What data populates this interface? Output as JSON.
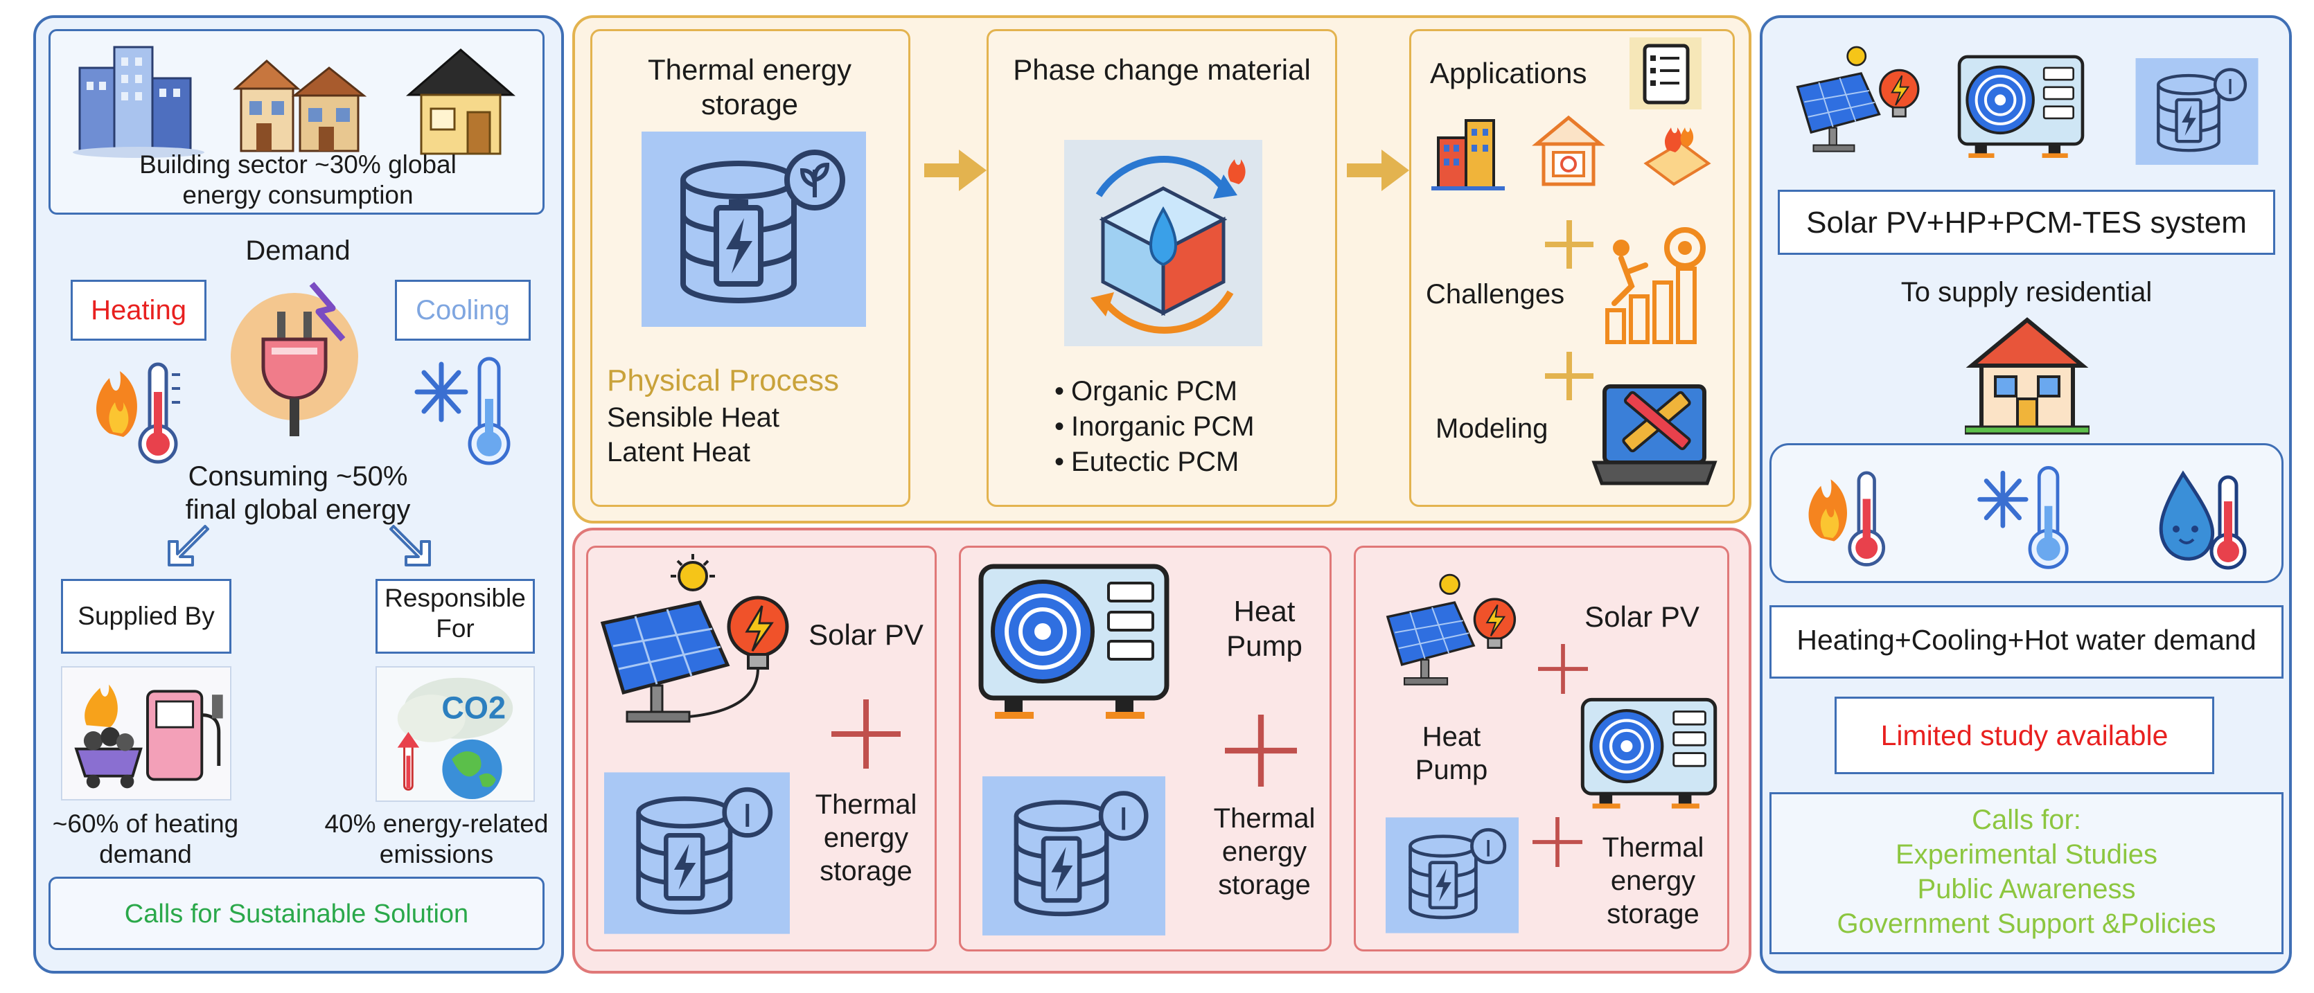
{
  "left": {
    "building_sector": "Building sector ~30% global energy consumption",
    "demand": "Demand",
    "heating": "Heating",
    "cooling": "Cooling",
    "consuming": "Consuming ~50% final global energy",
    "supplied_by": "Supplied By",
    "responsible_for": "Responsible For",
    "heating_share": "~60% of heating demand",
    "emissions": "40% energy-related emissions",
    "calls": "Calls for Sustainable Solution",
    "co2_text": "CO2"
  },
  "middle_top": {
    "tes_title": "Thermal energy storage",
    "physical_process": "Physical Process",
    "sensible_heat": "Sensible Heat",
    "latent_heat": "Latent Heat",
    "pcm_title": "Phase change material",
    "pcm_types": [
      "Organic PCM",
      "Inorganic PCM",
      "Eutectic PCM"
    ],
    "applications": "Applications",
    "challenges": "Challenges",
    "modeling": "Modeling"
  },
  "middle_bottom": {
    "box1_solar": "Solar PV",
    "box1_tes": "Thermal energy storage",
    "box2_hp": "Heat Pump",
    "box2_tes": "Thermal energy storage",
    "box3_solar": "Solar PV",
    "box3_hp": "Heat Pump",
    "box3_tes": "Thermal energy storage"
  },
  "right": {
    "system": "Solar PV+HP+PCM-TES system",
    "supply": "To supply residential",
    "demand": "Heating+Cooling+Hot water demand",
    "limited": "Limited study available",
    "calls_for": "Calls for:",
    "calls_items": [
      "Experimental Studies",
      "Public Awareness",
      "Government Support &Policies"
    ]
  },
  "colors": {
    "blue_border": "#3f6fb5",
    "yellow_border": "#e3b34f",
    "red_border": "#e07878",
    "heating_red": "#e8201f",
    "cooling_blue": "#7fa6e0",
    "green_text": "#2aa84a",
    "lime_text": "#8cc63f",
    "gold_text": "#c9a23a"
  }
}
